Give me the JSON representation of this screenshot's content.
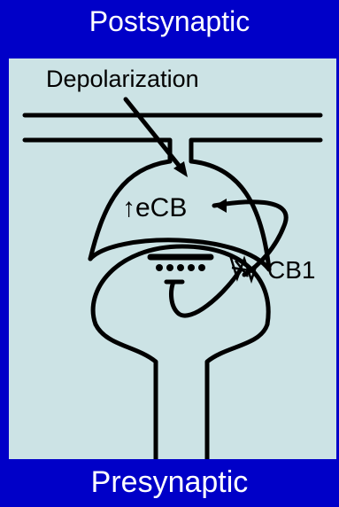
{
  "labels": {
    "top": "Postsynaptic",
    "bottom": "Presynaptic"
  },
  "diagram": {
    "depolarization": "Depolarization",
    "ecb": "↑eCB",
    "cb1": "CB1"
  },
  "colors": {
    "frame": "#0000c8",
    "panel": "#cce3e5",
    "ink": "#000000"
  }
}
